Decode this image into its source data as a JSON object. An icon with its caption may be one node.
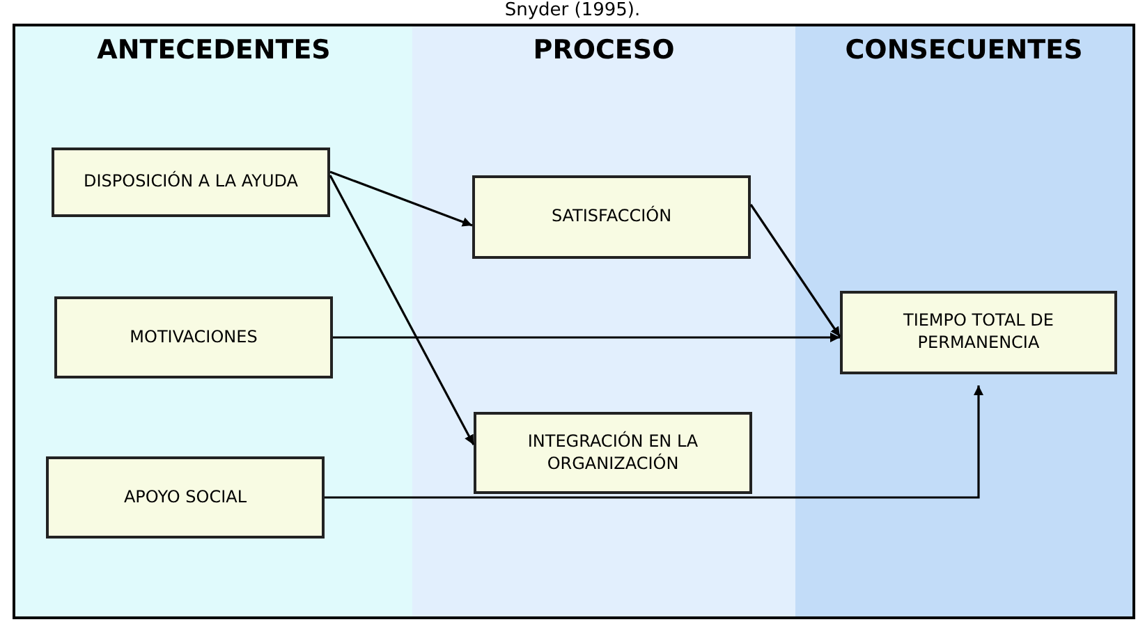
{
  "diagram": {
    "caption": "Snyder (1995).",
    "nodes": [
      {
        "text": [
          "ANTECEDENTES"
        ]
      },
      {
        "text": [
          "PROCESO"
        ]
      },
      {
        "text": [
          "CONSECUENTES"
        ]
      },
      {
        "text": [
          "DISPOSICIÓN A LA AYUDA"
        ],
        "in": 0
      },
      {
        "text": [
          "MOTIVACIONES"
        ],
        "in": 0
      },
      {
        "text": [
          "APOYO SOCIAL"
        ],
        "in": 0
      },
      {
        "text": [
          "SATISFACCIÓN"
        ],
        "in": 1
      },
      {
        "text": [
          "INTEGRACIÓN EN LA ORGANIZACIÓN"
        ],
        "in": 1
      },
      {
        "text": [
          "TIEMPO TOTAL DE PERMANENCIA"
        ],
        "in": 2
      }
    ],
    "edges": [
      {
        "from": 3,
        "to": 6,
        "arrow": "to"
      },
      {
        "from": 3,
        "to": 7,
        "arrow": "to"
      },
      {
        "from": 4,
        "to": 8,
        "arrow": "to"
      },
      {
        "from": 6,
        "to": 8,
        "arrow": "to"
      },
      {
        "from": 5,
        "to": 8,
        "arrow": "to"
      }
    ]
  }
}
